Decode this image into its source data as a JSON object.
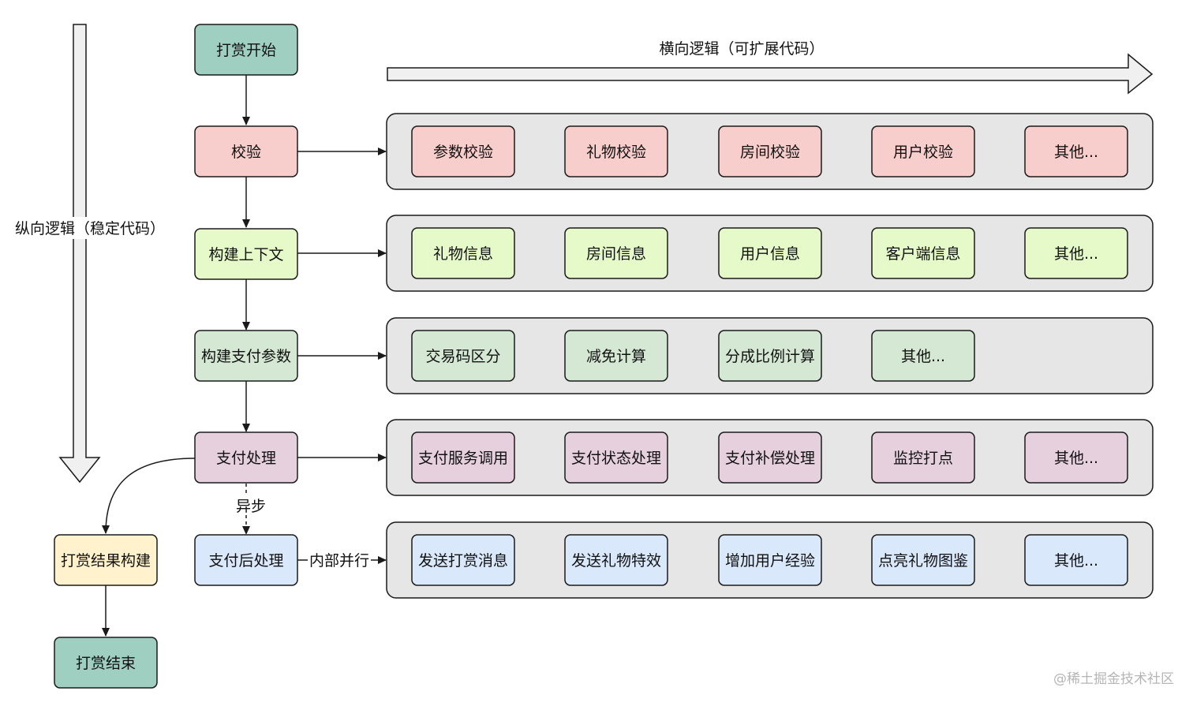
{
  "labels": {
    "horizontal": "横向逻辑（可扩展代码）",
    "vertical": "纵向逻辑（稳定代码）",
    "async": "异步",
    "parallel": "内部并行",
    "watermark": "@稀土掘金技术社区"
  },
  "main_flow": [
    {
      "id": "start",
      "label": "打赏开始",
      "color": "#9fcfc0"
    },
    {
      "id": "validate",
      "label": "校验",
      "color": "#f8cecc"
    },
    {
      "id": "context",
      "label": "构建上下文",
      "color": "#e6f9c8"
    },
    {
      "id": "pay-params",
      "label": "构建支付参数",
      "color": "#d5e8d4"
    },
    {
      "id": "pay-process",
      "label": "支付处理",
      "color": "#e6d0de"
    },
    {
      "id": "post-pay",
      "label": "支付后处理",
      "color": "#dae8fc"
    }
  ],
  "result_flow": [
    {
      "id": "build-result",
      "label": "打赏结果构建",
      "color": "#fff2cc"
    },
    {
      "id": "end",
      "label": "打赏结束",
      "color": "#9fcfc0"
    }
  ],
  "rows": [
    {
      "id": "validate",
      "color": "#f8cecc",
      "items": [
        "参数校验",
        "礼物校验",
        "房间校验",
        "用户校验",
        "其他..."
      ]
    },
    {
      "id": "context",
      "color": "#e6f9c8",
      "items": [
        "礼物信息",
        "房间信息",
        "用户信息",
        "客户端信息",
        "其他..."
      ]
    },
    {
      "id": "pay-params",
      "color": "#d5e8d4",
      "items": [
        "交易码区分",
        "减免计算",
        "分成比例计算",
        "其他..."
      ]
    },
    {
      "id": "pay-process",
      "color": "#e6d0de",
      "items": [
        "支付服务调用",
        "支付状态处理",
        "支付补偿处理",
        "监控打点",
        "其他..."
      ]
    },
    {
      "id": "post-pay",
      "color": "#dae8fc",
      "items": [
        "发送打赏消息",
        "发送礼物特效",
        "增加用户经验",
        "点亮礼物图鉴",
        "其他..."
      ]
    }
  ],
  "colors": {
    "stroke": "#1a1a1a",
    "container_fill": "#e6e6e6",
    "arrow_fill": "#f0f0f0"
  }
}
